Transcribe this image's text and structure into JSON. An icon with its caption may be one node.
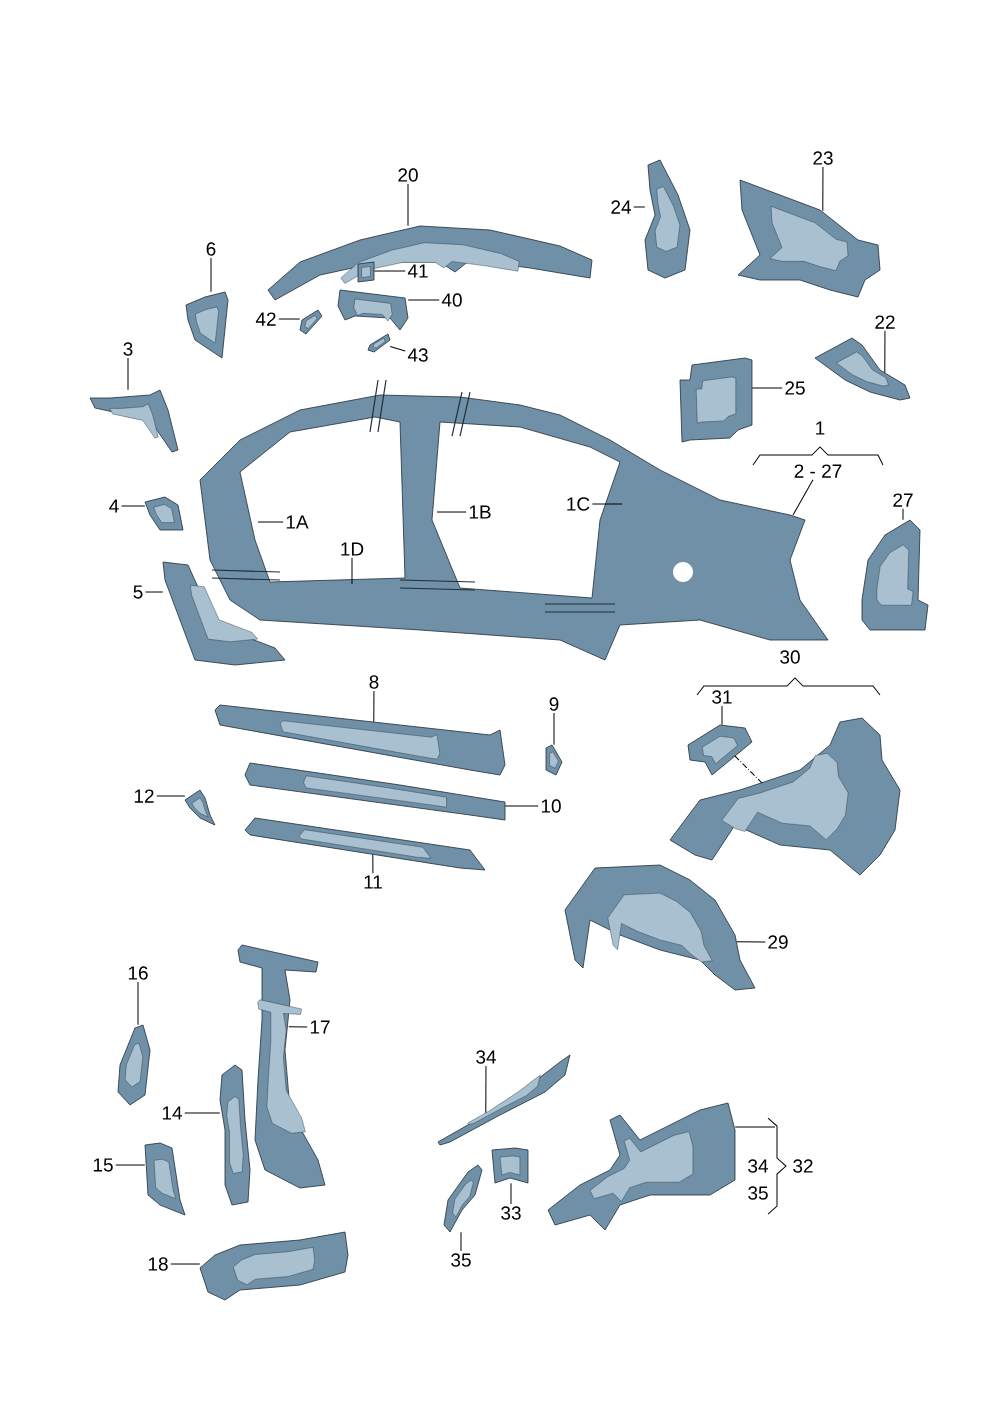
{
  "diagram": {
    "nodes": [
      {
        "text": [
          "20"
        ]
      },
      {
        "text": [],
        "shape": "picture"
      },
      {
        "text": [
          "6"
        ]
      },
      {
        "text": [],
        "shape": "picture"
      },
      {
        "text": [
          "3"
        ]
      },
      {
        "text": [],
        "shape": "picture"
      },
      {
        "text": [
          "41"
        ]
      },
      {
        "text": [],
        "shape": "picture"
      },
      {
        "text": [
          "40"
        ]
      },
      {
        "text": [],
        "shape": "picture"
      },
      {
        "text": [
          "42"
        ]
      },
      {
        "text": [],
        "shape": "picture"
      },
      {
        "text": [
          "43"
        ]
      },
      {
        "text": [],
        "shape": "picture"
      },
      {
        "text": [
          "4"
        ]
      },
      {
        "text": [],
        "shape": "picture"
      },
      {
        "text": [
          "5"
        ]
      },
      {
        "text": [],
        "shape": "picture"
      },
      {
        "text": [
          "1A"
        ]
      },
      {
        "text": [
          "1B"
        ]
      },
      {
        "text": [
          "1C"
        ]
      },
      {
        "text": [
          "1D"
        ]
      },
      {
        "text": [
          "24"
        ]
      },
      {
        "text": [],
        "shape": "picture"
      },
      {
        "text": [
          "23"
        ]
      },
      {
        "text": [],
        "shape": "picture"
      },
      {
        "text": [
          "22"
        ]
      },
      {
        "text": [],
        "shape": "picture"
      },
      {
        "text": [
          "25"
        ]
      },
      {
        "text": [],
        "shape": "picture"
      },
      {
        "text": [
          "2 - 27"
        ]
      },
      {
        "text": [
          "27"
        ]
      },
      {
        "text": [],
        "shape": "picture"
      },
      {
        "text": [
          "8"
        ]
      },
      {
        "text": [],
        "shape": "picture"
      },
      {
        "text": [
          "9"
        ]
      },
      {
        "text": [],
        "shape": "picture"
      },
      {
        "text": [
          "12"
        ]
      },
      {
        "text": [],
        "shape": "picture"
      },
      {
        "text": [
          "10"
        ]
      },
      {
        "text": [],
        "shape": "picture"
      },
      {
        "text": [
          "11"
        ]
      },
      {
        "text": [],
        "shape": "picture"
      },
      {
        "text": [
          "31"
        ]
      },
      {
        "text": [],
        "shape": "picture"
      },
      {
        "text": [],
        "shape": "picture"
      },
      {
        "text": [
          "29"
        ]
      },
      {
        "text": [],
        "shape": "picture"
      },
      {
        "text": [
          "16"
        ]
      },
      {
        "text": [],
        "shape": "picture"
      },
      {
        "text": [
          "17"
        ]
      },
      {
        "text": [],
        "shape": "picture"
      },
      {
        "text": [
          "14"
        ]
      },
      {
        "text": [],
        "shape": "picture"
      },
      {
        "text": [
          "15"
        ]
      },
      {
        "text": [],
        "shape": "picture"
      },
      {
        "text": [
          "18"
        ]
      },
      {
        "text": [],
        "shape": "picture"
      },
      {
        "text": [
          "34"
        ]
      },
      {
        "text": [],
        "shape": "picture"
      },
      {
        "text": [
          "33"
        ]
      },
      {
        "text": [],
        "shape": "picture"
      },
      {
        "text": [
          "35"
        ]
      },
      {
        "text": [],
        "shape": "picture"
      },
      {
        "text": [],
        "shape": "picture"
      }
    ],
    "edges": [
      {
        "from": 0,
        "to": 1,
        "arrow": "none"
      },
      {
        "from": 2,
        "to": 3,
        "arrow": "none"
      },
      {
        "from": 4,
        "to": 5,
        "arrow": "none"
      },
      {
        "from": 6,
        "to": 7,
        "arrow": "none"
      },
      {
        "from": 8,
        "to": 9,
        "arrow": "none"
      },
      {
        "from": 10,
        "to": 11,
        "arrow": "none"
      },
      {
        "from": 12,
        "to": 13,
        "arrow": "none"
      },
      {
        "from": 14,
        "to": 15,
        "arrow": "none"
      },
      {
        "from": 16,
        "to": 17,
        "arrow": "none"
      },
      {
        "from": 18,
        "to": null,
        "arrow": "none"
      },
      {
        "from": 19,
        "to": null,
        "arrow": "none"
      },
      {
        "from": 20,
        "to": null,
        "arrow": "none"
      },
      {
        "from": 21,
        "to": null,
        "arrow": "none"
      },
      {
        "from": 22,
        "to": 23,
        "arrow": "none"
      },
      {
        "from": 24,
        "to": 25,
        "arrow": "none"
      },
      {
        "from": 26,
        "to": 27,
        "arrow": "none"
      },
      {
        "from": 28,
        "to": 29,
        "arrow": "none"
      },
      {
        "from": 30,
        "to": null,
        "arrow": "none"
      },
      {
        "from": 31,
        "to": 32,
        "arrow": "none"
      },
      {
        "from": 33,
        "to": 34,
        "arrow": "none"
      },
      {
        "from": 35,
        "to": 36,
        "arrow": "none"
      },
      {
        "from": 37,
        "to": 38,
        "arrow": "none"
      },
      {
        "from": 39,
        "to": 40,
        "arrow": "none"
      },
      {
        "from": 41,
        "to": 42,
        "arrow": "none"
      },
      {
        "from": 43,
        "to": 44,
        "arrow": "none"
      },
      {
        "from": 44,
        "to": 45,
        "arrow": "none",
        "style": "dashed"
      },
      {
        "from": 46,
        "to": 47,
        "arrow": "none"
      },
      {
        "from": 48,
        "to": 49,
        "arrow": "none"
      },
      {
        "from": 50,
        "to": 51,
        "arrow": "none"
      },
      {
        "from": 52,
        "to": 53,
        "arrow": "none"
      },
      {
        "from": 54,
        "to": 55,
        "arrow": "none"
      },
      {
        "from": 56,
        "to": 57,
        "arrow": "none"
      },
      {
        "from": 58,
        "to": 59,
        "arrow": "none"
      },
      {
        "from": 60,
        "to": 61,
        "arrow": "none"
      },
      {
        "from": 62,
        "to": 63,
        "arrow": "none"
      },
      {
        "from": null,
        "to": 64,
        "arrow": "none"
      }
    ],
    "labels": [
      "1",
      "30",
      "34",
      "32",
      "35"
    ]
  }
}
